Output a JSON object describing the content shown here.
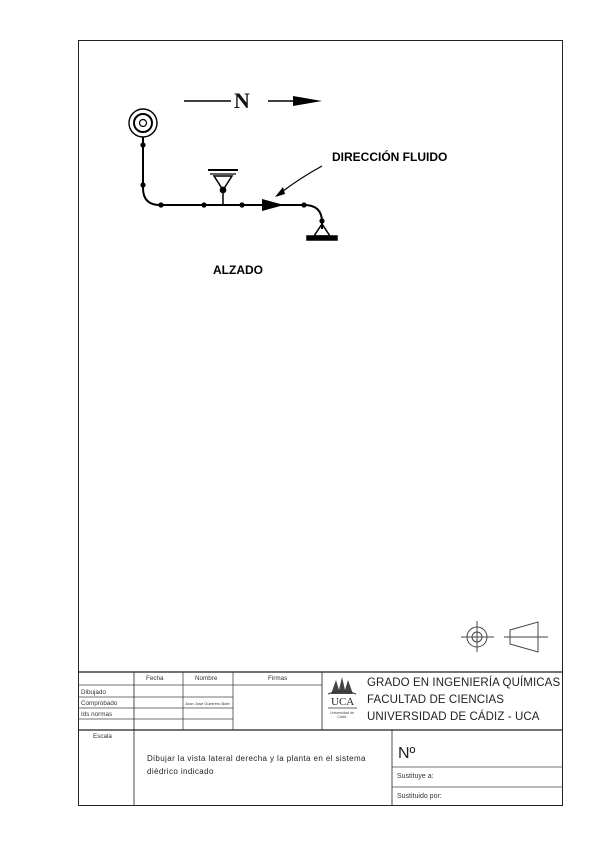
{
  "drawing": {
    "north_letter": "N",
    "flow_label": "DIRECCIÓN FLUIDO",
    "view_label": "ALZADO"
  },
  "title_block": {
    "headers": {
      "date": "Fecha",
      "name": "Nombre",
      "signatures": "Firmas"
    },
    "rows": {
      "drawn": "Dibujado",
      "checked": "Comprobado",
      "standards": "Ids normas"
    },
    "checked_name": "Juan José Guerrero Bote",
    "university_logo_text": "UCA",
    "university_logo_sub": "Universidad de Cádiz",
    "degree": "GRADO EN INGENIERÍA QUÍMICAS",
    "faculty": "FACULTAD DE CIENCIAS",
    "university": "UNIVERSIDAD DE CÁDIZ - UCA",
    "scale_label": "Escala",
    "description": "Dibujar la vista lateral derecha y la planta en el sistema diédrico indicado",
    "number_label": "Nº",
    "replaces_label": "Sustituye a:",
    "replaced_by_label": "Sustituido por:"
  }
}
